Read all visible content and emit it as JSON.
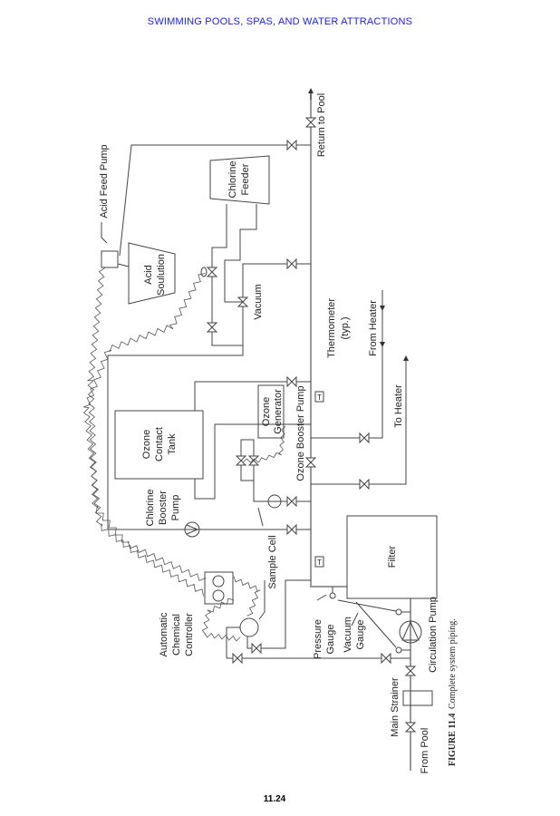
{
  "header": "SWIMMING POOLS, SPAS, AND WATER ATTRACTIONS",
  "page_number": "11.24",
  "figure": {
    "number": "FIGURE 11.4",
    "caption": "Complete system piping."
  },
  "labels": {
    "return_to_pool": "Return to Pool",
    "acid_feed_pump": "Acid Feed Pump",
    "chlorine_feeder": [
      "Chlorine",
      "Feeder"
    ],
    "acid_solution": [
      "Acid",
      "Soulution"
    ],
    "vacuum": "Vacuum",
    "thermometer": [
      "Thermometer",
      "(typ.)"
    ],
    "from_heater": "From Heater",
    "to_heater": "To Heater",
    "ozone_generator": [
      "Ozone",
      "Generator"
    ],
    "ozone_booster_pump": "Ozone Booster Pump",
    "ozone_contact_tank": [
      "Ozone",
      "Contact",
      "Tank"
    ],
    "chlorine_booster_pump": [
      "Chlorine",
      "Booster",
      "Pump"
    ],
    "sample_cell": "Sample Cell",
    "filter": "Filter",
    "automatic_chemical_controller": [
      "Automatic",
      "Chemical",
      "Controller"
    ],
    "pressure_gauge": [
      "Pressure",
      "Gauge"
    ],
    "vacuum_gauge": [
      "Vacuum",
      "Gauge"
    ],
    "circulation_pump": "Circulation Pump",
    "main_strainer": "Main Strainer",
    "from_pool": "From Pool",
    "thermometer_symbol": "T"
  },
  "colors": {
    "header": "#1a1aff",
    "lines": "#444444",
    "main_pipe": "#999999"
  }
}
